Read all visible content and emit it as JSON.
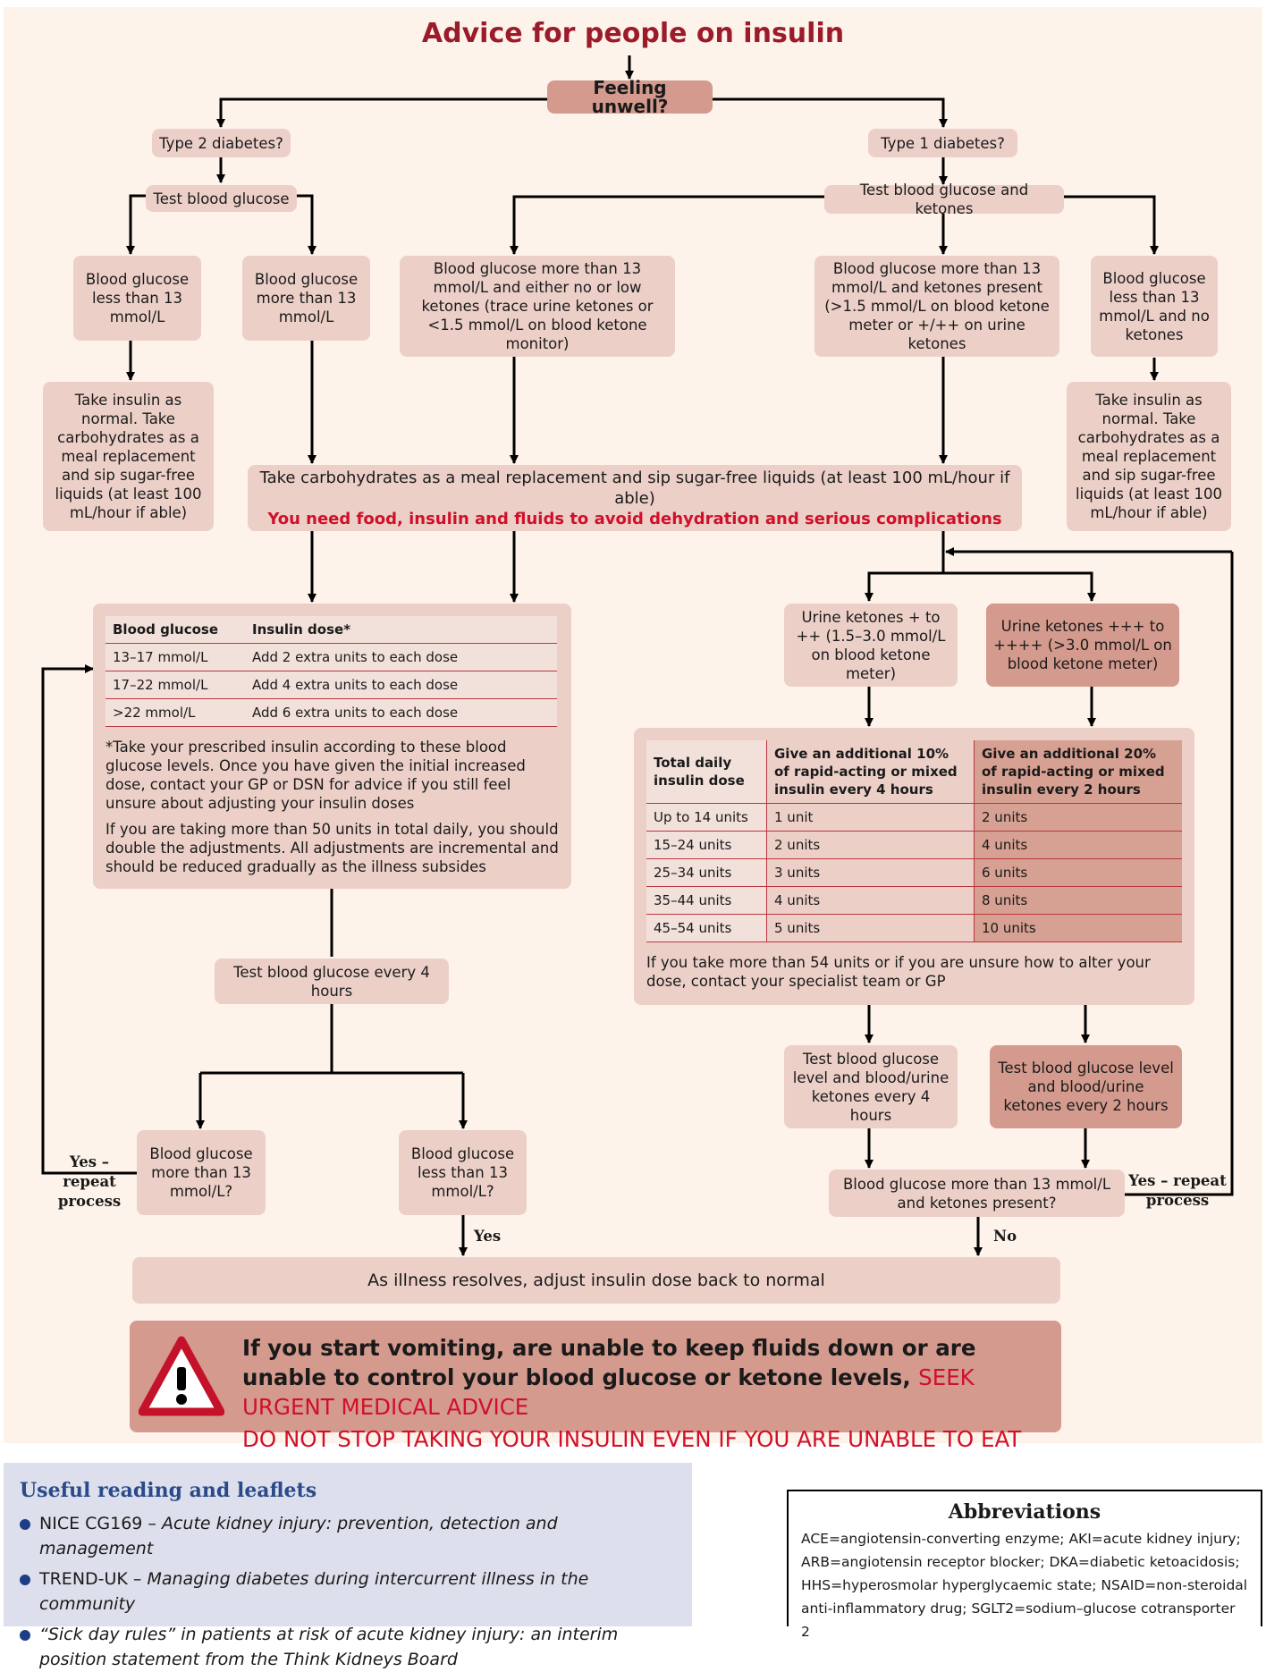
{
  "title": "Advice for people on insulin",
  "top": "Feeling unwell?",
  "type2": "Type 2 diabetes?",
  "type1": "Type 1 diabetes?",
  "test_bg": "Test blood glucose",
  "test_bg_ket": "Test blood glucose and ketones",
  "t2_less": "Blood glucose less than 13 mmol/L",
  "t2_more": "Blood glucose more than 13 mmol/L",
  "t2_take": "Take insulin as normal. Take carbohydrates as a meal replacement and sip sugar-free liquids (at least 100 mL/hour if able)",
  "t1_low_ket": "Blood glucose more than 13 mmol/L and either no or low ketones (trace urine ketones or <1.5 mmol/L on blood ketone monitor)",
  "t1_ket": "Blood glucose more than 13 mmol/L and ketones present (>1.5 mmol/L on blood ketone meter or +/++ on urine ketones",
  "t1_less": "Blood glucose less than 13 mmol/L and no ketones",
  "t1_take": "Take insulin as normal. Take carbohydrates as a meal replacement and sip sugar-free liquids (at least 100 mL/hour if able)",
  "carbs": "Take carbohydrates as a meal replacement and sip sugar-free liquids (at least 100 mL/hour if able)",
  "carbs_red": "You need food, insulin and fluids to avoid dehydration and serious complications",
  "left_table": {
    "headers": [
      "Blood glucose",
      "Insulin dose*"
    ],
    "rows": [
      [
        "13–17 mmol/L",
        "Add 2 extra units to each dose"
      ],
      [
        "17–22 mmol/L",
        "Add 4 extra units to each dose"
      ],
      [
        ">22 mmol/L",
        "Add 6 extra units to each dose"
      ]
    ],
    "note1": "*Take your prescribed insulin according to these blood glucose levels. Once you have given the initial increased dose, contact your GP or DSN for advice if you still feel unsure about adjusting your insulin doses",
    "note2": "If you are taking more than 50 units in total daily, you should double the adjustments. All adjustments are incremental and should be reduced gradually as the illness subsides"
  },
  "urine_low": "Urine ketones + to ++ (1.5–3.0 mmol/L on blood ketone meter)",
  "urine_high": "Urine ketones +++ to ++++ (>3.0 mmol/L on blood ketone meter)",
  "right_table": {
    "headers": [
      "Total daily insulin dose",
      "Give an additional 10% of rapid-acting or mixed insulin every 4 hours",
      "Give an additional 20% of rapid-acting or mixed insulin every 2 hours"
    ],
    "rows": [
      [
        "Up to 14 units",
        "1 unit",
        "2 units"
      ],
      [
        "15–24 units",
        "2 units",
        "4 units"
      ],
      [
        "25–34 units",
        "3 units",
        "6 units"
      ],
      [
        "35–44 units",
        "4 units",
        "8 units"
      ],
      [
        "45–54 units",
        "5 units",
        "10 units"
      ]
    ],
    "note": "If you take more than 54 units or if you are unsure how to alter your dose, contact your specialist team or GP"
  },
  "test_4h": "Test blood glucose every 4 hours",
  "bg_more_q": "Blood glucose more than 13 mmol/L?",
  "bg_less_q": "Blood glucose less than 13 mmol/L?",
  "test_ket_4h": "Test blood glucose level and blood/urine ketones every 4 hours",
  "test_ket_2h": "Test blood glucose level and blood/urine ketones every 2 hours",
  "bg_ket_q": "Blood glucose more than 13 mmol/L and ketones present?",
  "yes_repeat": "Yes – repeat process",
  "yes": "Yes",
  "no": "No",
  "resolve": "As illness resolves, adjust insulin dose back to normal",
  "warning": {
    "line1": "If you start vomiting, are unable to keep fluids down or are unable to control your blood glucose or ketone levels,",
    "line1_red": "SEEK URGENT MEDICAL ADVICE",
    "line2_red": "DO NOT STOP TAKING YOUR INSULIN EVEN IF YOU ARE UNABLE TO EAT"
  },
  "reading": {
    "title": "Useful reading and leaflets",
    "items": [
      {
        "prefix": "NICE CG169 – ",
        "italic": "Acute kidney injury: prevention, detection and management"
      },
      {
        "prefix": "TREND-UK – ",
        "italic": "Managing diabetes during intercurrent illness in the community"
      },
      {
        "prefix": "",
        "italic": "“Sick day rules” in patients at risk of acute kidney injury: an interim position statement from the Think Kidneys Board"
      }
    ]
  },
  "abbreviations": {
    "title": "Abbreviations",
    "text": "ACE=angiotensin-converting enzyme; AKI=acute kidney injury; ARB=angiotensin receptor blocker; DKA=diabetic ketoacidosis; HHS=hyperosmolar hyperglycaemic state; NSAID=non-steroidal anti-inflammatory drug; SGLT2=sodium–glucose cotransporter 2"
  },
  "colors": {
    "accent_red": "#d0102a",
    "title_red": "#9b1b2a",
    "box": "#ecd0c8",
    "box_dark": "#d39a8d",
    "reading_blue": "#2a4a8a"
  }
}
